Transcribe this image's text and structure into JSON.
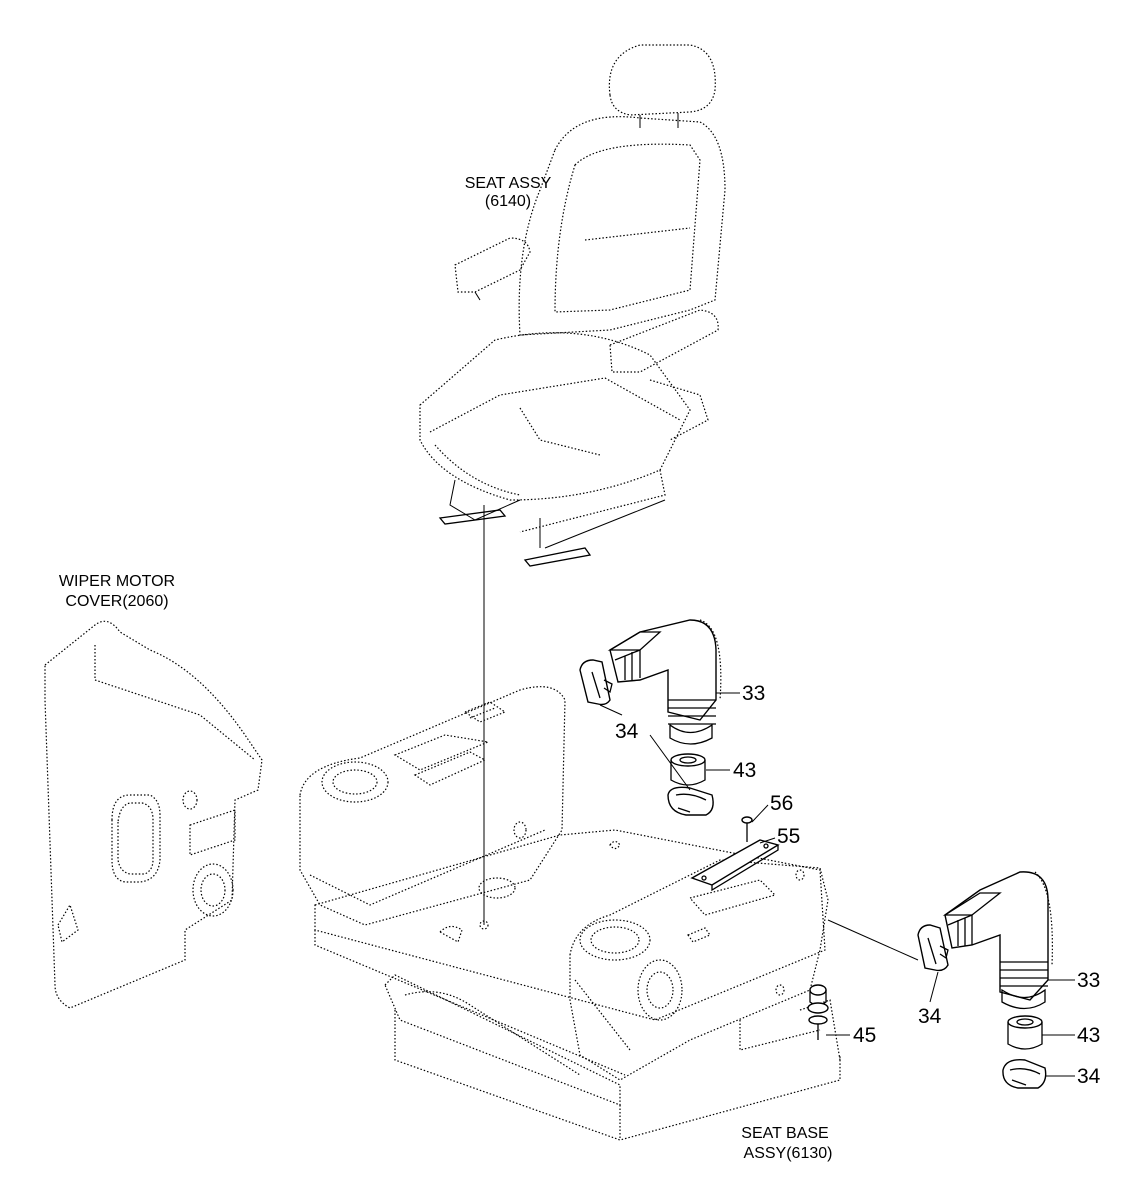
{
  "assemblies": {
    "seat_assy": {
      "line1": "SEAT ASSY",
      "line2": "(6140)"
    },
    "wiper_cover": {
      "line1": "WIPER MOTOR",
      "line2": "COVER(2060)"
    },
    "seat_base": {
      "line1": "SEAT BASE",
      "line2": "ASSY(6130)"
    }
  },
  "callouts": {
    "c33a": "33",
    "c34a": "34",
    "c43a": "43",
    "c56": "56",
    "c55": "55",
    "c33b": "33",
    "c34b": "34",
    "c43b": "43",
    "c34c": "34",
    "c45": "45"
  },
  "colors": {
    "line": "#000000",
    "background": "#ffffff"
  }
}
